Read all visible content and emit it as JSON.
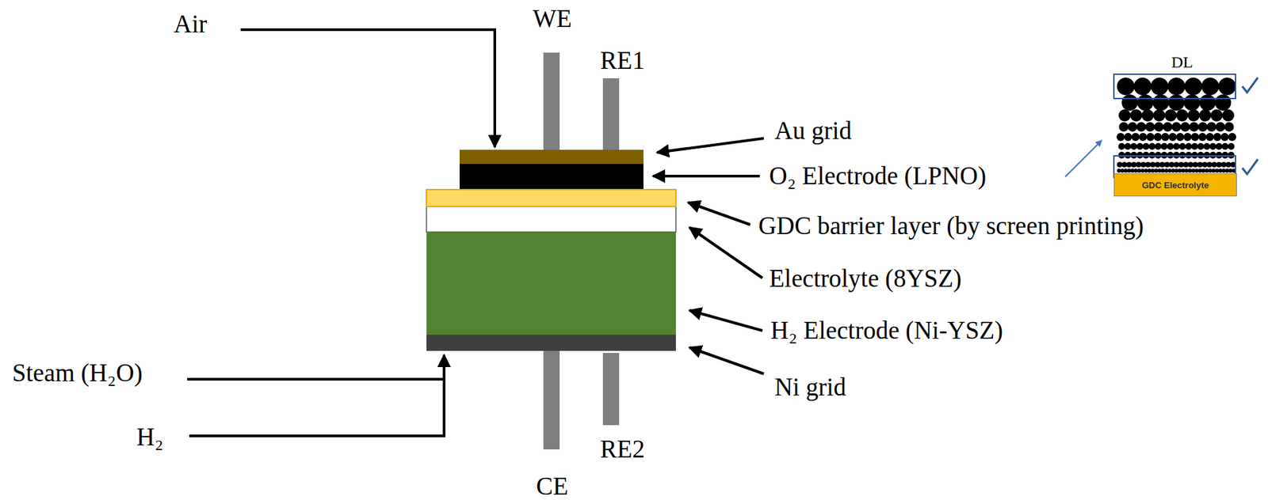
{
  "diagram": {
    "nodes": [
      {
        "text": [
          "GDC Electrolyte"
        ]
      }
    ],
    "labels": [
      "Air",
      "WE",
      "RE1",
      "Au grid",
      "O₂ Electrode (LPNO)",
      "GDC barrier layer (by screen printing)",
      "Electrolyte (8YSZ)",
      "H₂ Electrode (Ni-YSZ)",
      "Ni grid",
      "Steam (H₂O)",
      "H₂",
      "RE2",
      "CE",
      "DL"
    ]
  }
}
